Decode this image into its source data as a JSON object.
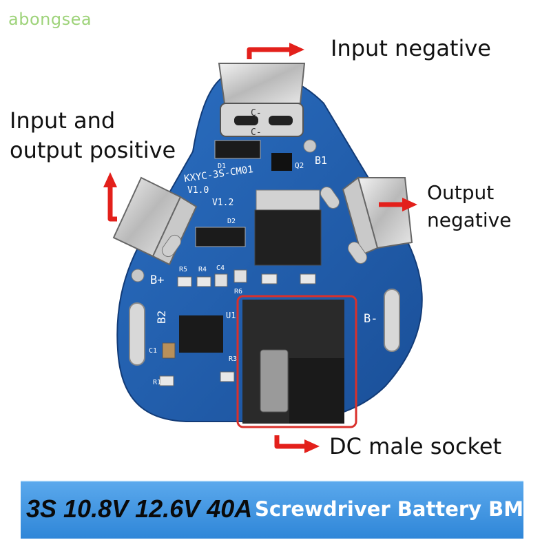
{
  "watermark": "abongsea",
  "labels": {
    "input_negative": "Input negative",
    "input_output_positive_line1": "Input and",
    "input_output_positive_line2": "output positive",
    "output_negative_line1": "Output",
    "output_negative_line2": "negative",
    "dc_socket": "DC male socket"
  },
  "board_markings": {
    "model": "KXYC-3S-CM01",
    "version": "V1.0",
    "version2": "V1.2",
    "b_plus": "B+",
    "b_minus": "B-",
    "b1": "B1",
    "b2": "B2",
    "c_minus_1": "C-",
    "c_minus_2": "C-",
    "d1": "D1",
    "d2": "D2",
    "q2": "Q2",
    "u1": "U1",
    "r1": "R1",
    "r3": "R3",
    "r4": "R4",
    "r5": "R5",
    "r6": "R6",
    "c1": "C1",
    "c4": "C4"
  },
  "banner": {
    "spec": "3S 10.8V 12.6V 40A",
    "title": "Screwdriver Battery BMS"
  },
  "colors": {
    "pcb": "#1f5fb0",
    "arrow": "#e3201b",
    "highlight_box": "#d9302b",
    "banner": "#3d92e0"
  }
}
